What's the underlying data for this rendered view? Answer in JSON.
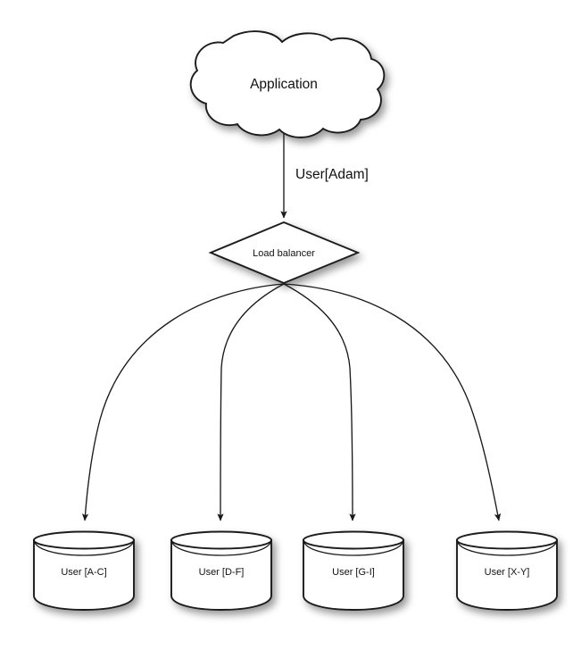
{
  "diagram": {
    "background_color": "#ffffff",
    "stroke_color": "#1a1a1a",
    "fill_color": "#ffffff",
    "title_node": {
      "id": "application",
      "shape": "cloud",
      "label": "Application"
    },
    "router_node": {
      "id": "load-balancer",
      "shape": "diamond",
      "label": "Load balancer"
    },
    "edges": [
      {
        "id": "app-to-lb",
        "from": "application",
        "to": "load-balancer",
        "label": "User[Adam]",
        "style": "straight-arrow"
      }
    ],
    "shards": [
      {
        "id": "shard-a-c",
        "shape": "cylinder",
        "label": "User [A-C]"
      },
      {
        "id": "shard-d-f",
        "shape": "cylinder",
        "label": "User [D-F]"
      },
      {
        "id": "shard-g-i",
        "shape": "cylinder",
        "label": "User [G-I]"
      },
      {
        "id": "shard-x-y",
        "shape": "cylinder",
        "label": "User [X-Y]"
      }
    ]
  }
}
